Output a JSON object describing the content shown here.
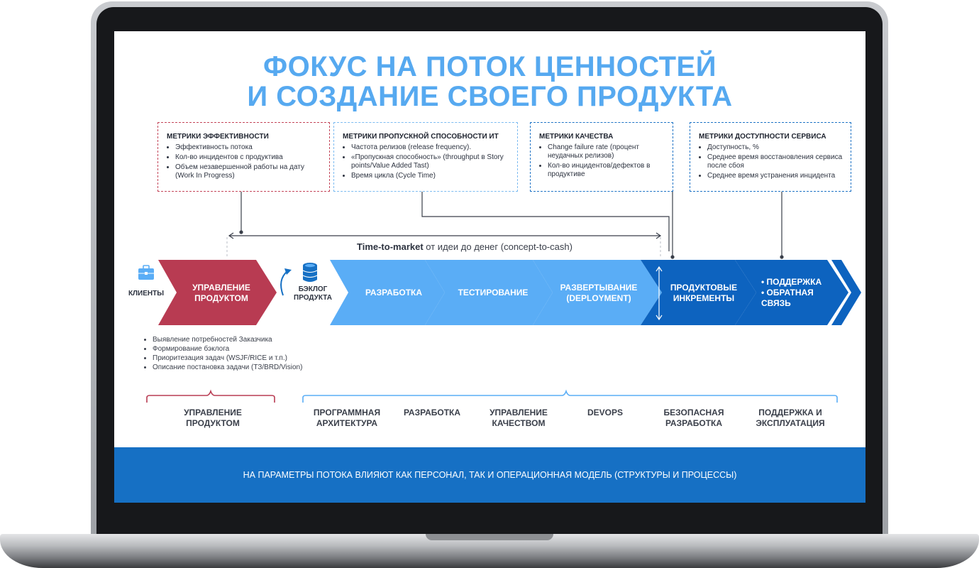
{
  "title": {
    "line1": "ФОКУС НА ПОТОК ЦЕННОСТЕЙ",
    "line2": "И СОЗДАНИЕ СВОЕГО ПРОДУКТА"
  },
  "metrics": [
    {
      "heading": "МЕТРИКИ ЭФФЕКТИВНОСТИ",
      "items": [
        "Эффективность потока",
        "Кол-во инцидентов с продуктива",
        "Объем незавершенной работы на дату (Work In Progress)"
      ]
    },
    {
      "heading": "МЕТРИКИ ПРОПУСКНОЙ СПОСОБНОСТИ ИТ",
      "items": [
        "Частота релизов (release frequency).",
        "«Пропускная способность» (throughput в Story points/Value Added Tast)",
        "Время цикла (Cycle Time)"
      ]
    },
    {
      "heading": "МЕТРИКИ КАЧЕСТВА",
      "items": [
        "Change failure rate (процент неудачных релизов)",
        "Кол-во инцидентов/дефектов в продуктиве"
      ]
    },
    {
      "heading": "МЕТРИКИ ДОСТУПНОСТИ СЕРВИСА",
      "items": [
        "Доступность, %",
        "Среднее время восстановления сервиса после сбоя",
        "Среднее время устранения инцидента"
      ]
    }
  ],
  "time_to_market": {
    "bold": "Time-to-market",
    "rest": " от идеи до денег (concept-to-cash)"
  },
  "flow": {
    "clients": "КЛИЕНТЫ",
    "backlog": "БЭКЛОГ ПРОДУКТА",
    "stages": [
      "УПРАВЛЕНИЕ ПРОДУКТОМ",
      "РАЗРАБОТКА",
      "ТЕСТИРОВАНИЕ",
      "РАЗВЕРТЫВАНИЕ (DEPLOYMENT)",
      "ПРОДУКТОВЫЕ ИНКРЕМЕНТЫ",
      "• ПОДДЕРЖКА • ОБРАТНАЯ СВЯЗЬ"
    ],
    "support_items": [
      "• ПОДДЕРЖКА",
      "• ОБРАТНАЯ СВЯЗЬ"
    ]
  },
  "product_management_tasks": [
    "Выявление потребностей Заказчика",
    "Формирование бэклога",
    "Приоритезация задач (WSJF/RICE и т.п.)",
    "Описание постановка задачи (ТЗ/BRD/Vision)"
  ],
  "practices": [
    "УПРАВЛЕНИЕ ПРОДУКТОМ",
    "ПРОГРАММНАЯ АРХИТЕКТУРА",
    "РАЗРАБОТКА",
    "УПРАВЛЕНИЕ КАЧЕСТВОМ",
    "DEVOPS",
    "БЕЗОПАСНАЯ РАЗРАБОТКА",
    "ПОДДЕРЖКА И ЭКСПЛУАТАЦИЯ"
  ],
  "footer": "НА ПАРАМЕТРЫ ПОТОКА ВЛИЯЮТ КАК ПЕРСОНАЛ, ТАК И ОПЕРАЦИОННАЯ МОДЕЛЬ (СТРУКТУРЫ И ПРОЦЕССЫ)",
  "colors": {
    "title": "#56a9f0",
    "product_management": "#b83b52",
    "dev_flow": "#5aadf6",
    "ops_flow": "#0d63bf",
    "footer": "#1670c4"
  },
  "icons": [
    "briefcase-icon",
    "database-icon",
    "refresh-arrow-icon"
  ]
}
